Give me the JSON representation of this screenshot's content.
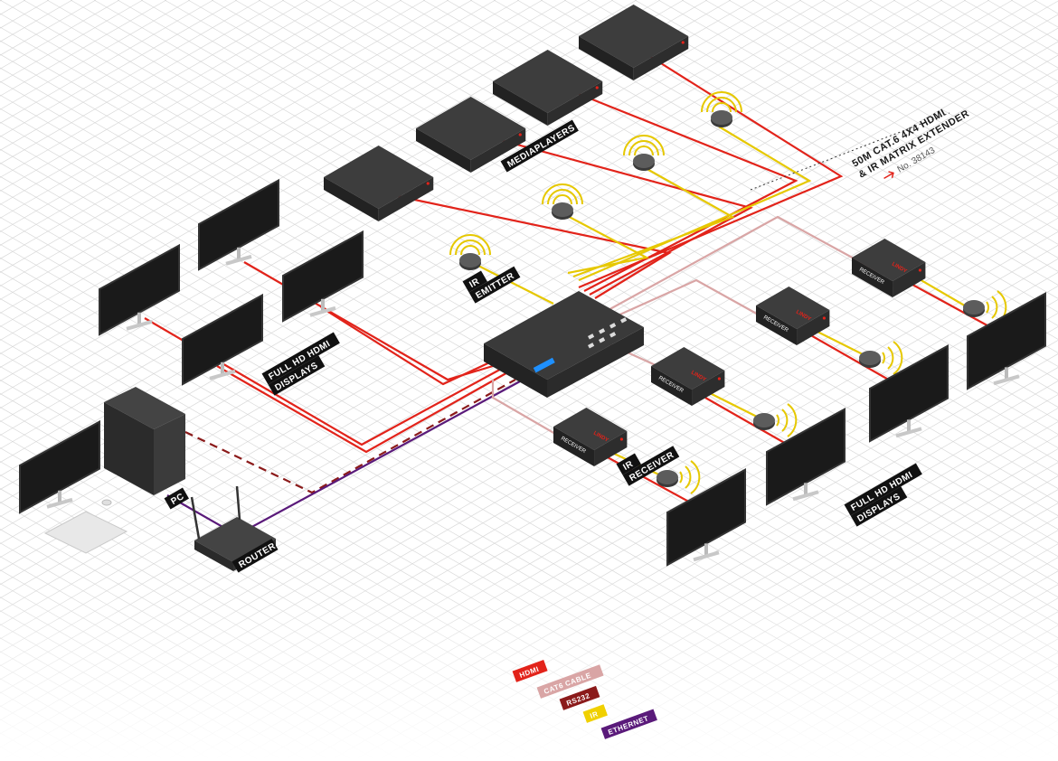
{
  "labels": {
    "mediaplayers": "MEDIAPLAYERS",
    "ir_emitter_1": "IR",
    "ir_emitter_2": "EMITTER",
    "displays_left_1": "FULL HD HDMI",
    "displays_left_2": "DISPLAYS",
    "displays_right_1": "FULL HD HDMI",
    "displays_right_2": "DISPLAYS",
    "pc": "PC",
    "router": "ROUTER",
    "ir_receiver_1": "IR",
    "ir_receiver_2": "RECEIVER",
    "receiver": "RECEIVER",
    "brand": "LINDY",
    "product_1": "50M CAT.6 4X4 HDMI",
    "product_2": "& IR MATRIX EXTENDER",
    "product_no": "No. 38143"
  },
  "legend": [
    {
      "label": "HDMI",
      "color": "#e2231a"
    },
    {
      "label": "CAT6 CABLE",
      "color": "#d9a5a5"
    },
    {
      "label": "RS232",
      "color": "#8b1a1a"
    },
    {
      "label": "IR",
      "color": "#f0d000"
    },
    {
      "label": "ETHERNET",
      "color": "#5a1a7a"
    }
  ],
  "colors": {
    "hdmi": "#e2231a",
    "cat6": "#d9a5a5",
    "rs232": "#8b1a1a",
    "ir": "#e6c800",
    "ethernet": "#5a1a7a",
    "device": "#2e2e2e"
  }
}
